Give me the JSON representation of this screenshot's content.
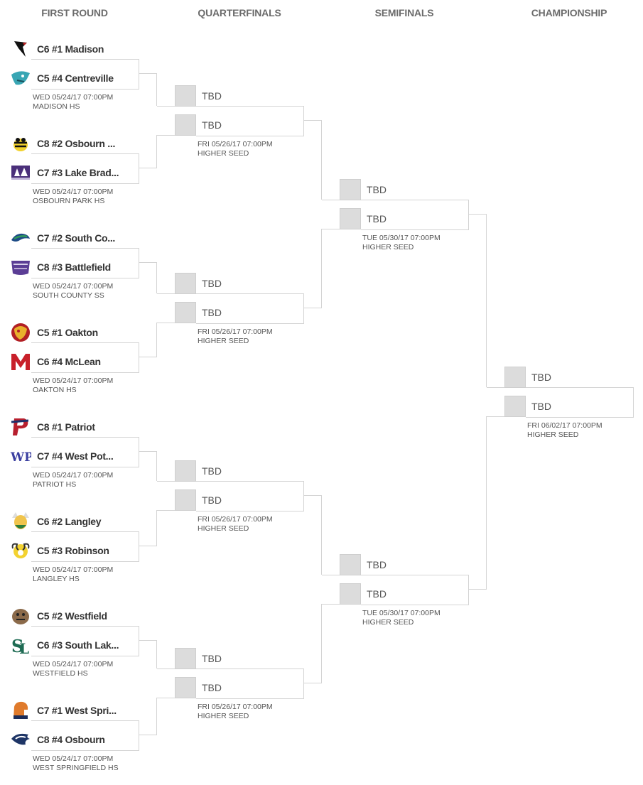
{
  "rounds": [
    "FIRST ROUND",
    "QUARTERFINALS",
    "SEMIFINALS",
    "CHAMPIONSHIP"
  ],
  "first_round": [
    {
      "top": {
        "name": "C6 #1 Madison",
        "logo": "falcon-logo"
      },
      "bottom": {
        "name": "C5 #4 Centreville",
        "logo": "wildcat-logo"
      },
      "date": "WED 05/24/17 07:00PM",
      "venue": "MADISON HS"
    },
    {
      "top": {
        "name": "C8 #2 Osbourn ...",
        "logo": "yellowjacket-logo"
      },
      "bottom": {
        "name": "C7 #3 Lake Brad...",
        "logo": "bruin-logo"
      },
      "date": "WED 05/24/17 07:00PM",
      "venue": "OSBOURN PARK HS"
    },
    {
      "top": {
        "name": "C7 #2 South Co...",
        "logo": "stallion-logo"
      },
      "bottom": {
        "name": "C8 #3 Battlefield",
        "logo": "bobcat-logo"
      },
      "date": "WED 05/24/17 07:00PM",
      "venue": "SOUTH COUNTY SS"
    },
    {
      "top": {
        "name": "C5 #1 Oakton",
        "logo": "cougar-logo"
      },
      "bottom": {
        "name": "C6 #4 McLean",
        "logo": "m-logo"
      },
      "date": "WED 05/24/17 07:00PM",
      "venue": "OAKTON HS"
    },
    {
      "top": {
        "name": "C8 #1 Patriot",
        "logo": "p-logo"
      },
      "bottom": {
        "name": "C7 #4 West Pot...",
        "logo": "wp-logo"
      },
      "date": "WED 05/24/17 07:00PM",
      "venue": "PATRIOT HS"
    },
    {
      "top": {
        "name": "C6 #2 Langley",
        "logo": "saxon-logo"
      },
      "bottom": {
        "name": "C5 #3 Robinson",
        "logo": "ram-logo"
      },
      "date": "WED 05/24/17 07:00PM",
      "venue": "LANGLEY HS"
    },
    {
      "top": {
        "name": "C5 #2 Westfield",
        "logo": "bulldog-logo"
      },
      "bottom": {
        "name": "C6 #3 South Lak...",
        "logo": "sl-logo"
      },
      "date": "WED 05/24/17 07:00PM",
      "venue": "WESTFIELD HS"
    },
    {
      "top": {
        "name": "C7 #1 West Spri...",
        "logo": "spartan-logo"
      },
      "bottom": {
        "name": "C8 #4 Osbourn",
        "logo": "eagle-logo"
      },
      "date": "WED 05/24/17 07:00PM",
      "venue": "WEST SPRINGFIELD HS"
    }
  ],
  "quarterfinals": [
    {
      "top": "TBD",
      "bottom": "TBD",
      "date": "FRI 05/26/17 07:00PM",
      "venue": "HIGHER SEED"
    },
    {
      "top": "TBD",
      "bottom": "TBD",
      "date": "FRI 05/26/17 07:00PM",
      "venue": "HIGHER SEED"
    },
    {
      "top": "TBD",
      "bottom": "TBD",
      "date": "FRI 05/26/17 07:00PM",
      "venue": "HIGHER SEED"
    },
    {
      "top": "TBD",
      "bottom": "TBD",
      "date": "FRI 05/26/17 07:00PM",
      "venue": "HIGHER SEED"
    }
  ],
  "semifinals": [
    {
      "top": "TBD",
      "bottom": "TBD",
      "date": "TUE 05/30/17 07:00PM",
      "venue": "HIGHER SEED"
    },
    {
      "top": "TBD",
      "bottom": "TBD",
      "date": "TUE 05/30/17 07:00PM",
      "venue": "HIGHER SEED"
    }
  ],
  "championship": [
    {
      "top": "TBD",
      "bottom": "TBD",
      "date": "FRI 06/02/17 07:00PM",
      "venue": "HIGHER SEED"
    }
  ],
  "colors": {
    "line": "#d4d4d4",
    "placeholder": "#dcdcdc",
    "header": "#6b6b6b",
    "text": "#333333"
  }
}
